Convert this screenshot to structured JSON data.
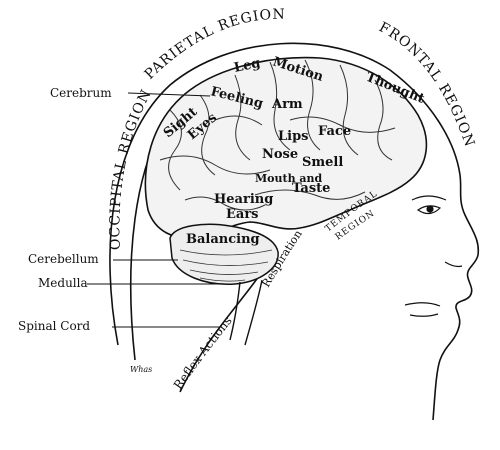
{
  "labels": {
    "cerebrum": "Cerebrum",
    "cerebellum": "Cerebellum",
    "medulla": "Medulla",
    "spinal_cord": "Spinal Cord"
  },
  "regions": {
    "parietal": "PARIETAL REGION",
    "frontal": "FRONTAL REGION",
    "occipital": "OCCIPITAL REGION",
    "temporal_1": "TEMPORAL",
    "temporal_2": "REGION"
  },
  "functions": {
    "leg": "Leg",
    "motion": "Motion",
    "thought": "Thought",
    "feeling": "Feeling",
    "arm": "Arm",
    "sight": "Sight",
    "eyes": "Eyes",
    "lips": "Lips",
    "face": "Face",
    "nose": "Nose",
    "smell": "Smell",
    "mouth_and": "Mouth and",
    "taste": "Taste",
    "hearing": "Hearing",
    "ears": "Ears",
    "balancing": "Balancing",
    "respiration": "Respiration",
    "reflex_actions": "Reflex Actions"
  },
  "signature": "Whas"
}
